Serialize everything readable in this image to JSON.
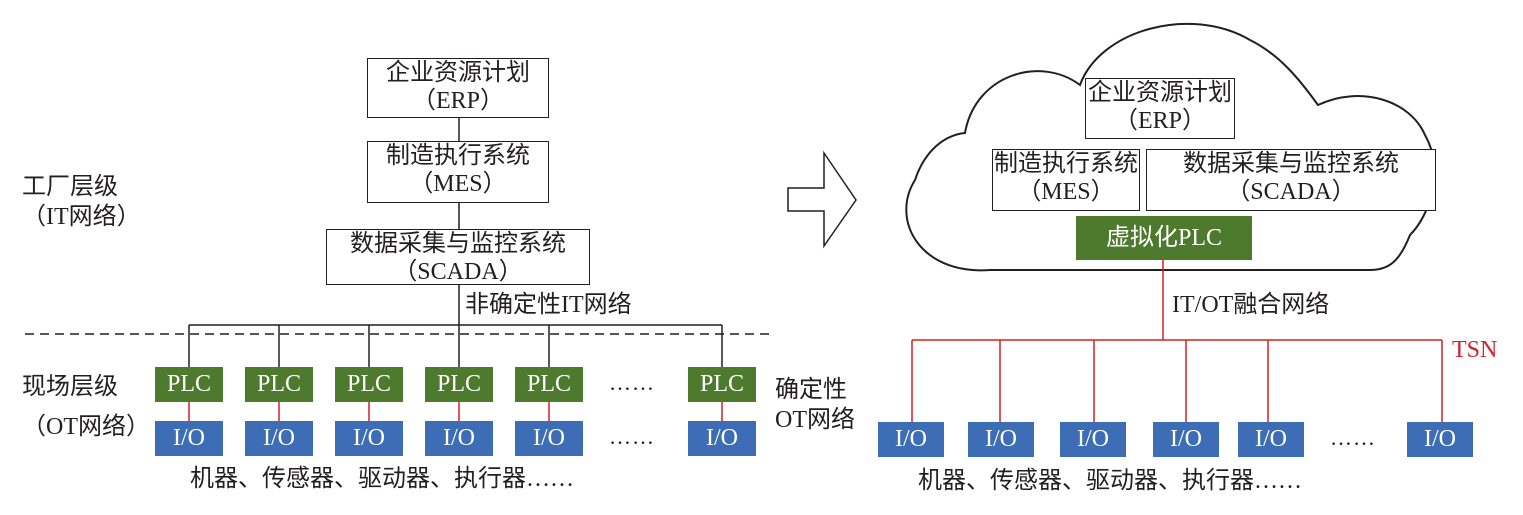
{
  "left": {
    "erp": {
      "name": "企业资源计划",
      "abbr": "（ERP）"
    },
    "mes": {
      "name": "制造执行系统",
      "abbr": "（MES）"
    },
    "scada": {
      "name": "数据采集与监控系统",
      "abbr": "（SCADA）"
    },
    "factory_level": {
      "line1": "工厂层级",
      "line2": "（IT网络）"
    },
    "field_level": {
      "line1": "现场层级",
      "line2": "（OT网络）"
    },
    "nondeterministic_label": "非确定性IT网络",
    "plc_label": "PLC",
    "io_label": "I/O",
    "ellipsis": "……",
    "devices_caption": "机器、传感器、驱动器、执行器……"
  },
  "right": {
    "erp": {
      "name": "企业资源计划",
      "abbr": "（ERP）"
    },
    "mes": {
      "name": "制造执行系统",
      "abbr": "（MES）"
    },
    "scada": {
      "name": "数据采集与监控系统",
      "abbr": "（SCADA）"
    },
    "vplc_label": "虚拟化PLC",
    "converged_label": "IT/OT融合网络",
    "tsn_label": "TSN",
    "deterministic_label": {
      "line1": "确定性",
      "line2": "OT网络"
    },
    "io_label": "I/O",
    "ellipsis": "……",
    "devices_caption": "机器、传感器、驱动器、执行器……"
  },
  "colors": {
    "plc_green": "#4e7a2e",
    "io_blue": "#3d6db5",
    "tsn_red": "#d42027",
    "line": "#231f20"
  }
}
